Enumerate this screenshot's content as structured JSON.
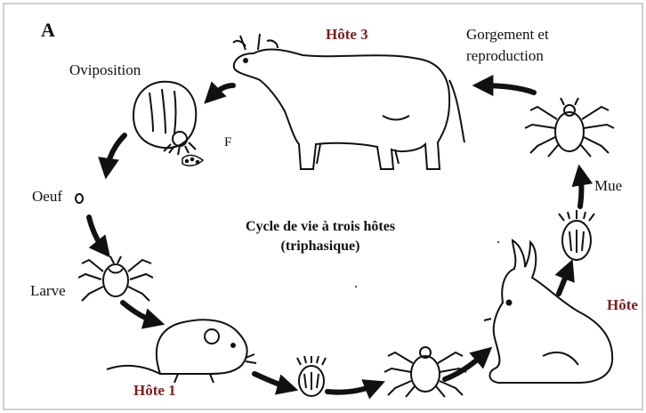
{
  "panel_letter": "A",
  "title_line1": "Cycle de vie à trois hôtes",
  "title_line2": "(triphasique)",
  "labels": {
    "oviposition": "Oviposition",
    "female": "F",
    "egg": "Oeuf",
    "larva": "Larve",
    "host1": "Hôte 1",
    "host2": "Hôte",
    "host3": "Hôte 3",
    "molt": "Mue",
    "feeding": "Gorgement et",
    "feeding2": "reproduction"
  },
  "colors": {
    "host_label": "#7a1f1f",
    "ink": "#111111"
  }
}
